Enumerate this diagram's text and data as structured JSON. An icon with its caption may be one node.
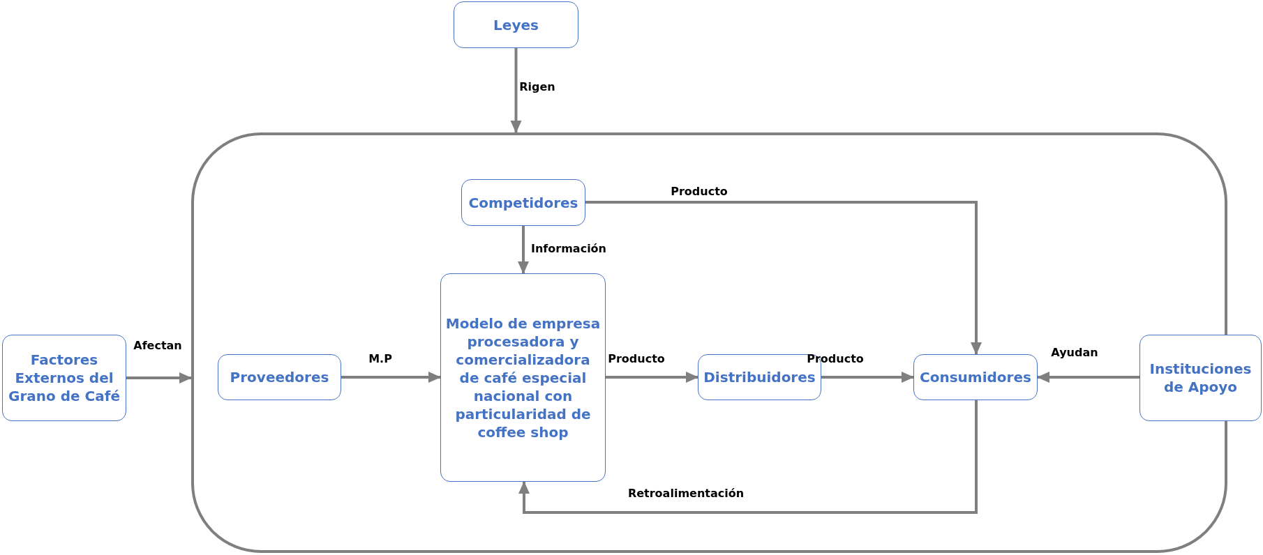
{
  "diagram": {
    "nodes": [
      {
        "text": [
          "Leyes"
        ]
      },
      {
        "text": [],
        "shape": "box"
      },
      {
        "text": [
          "Competidores"
        ],
        "in": 1
      },
      {
        "text": [
          "Proveedores"
        ],
        "in": 1
      },
      {
        "text": [
          "Modelo de empresa procesadora y comercializadora de café especial nacional con particularidad de coffee shop"
        ],
        "in": 1
      },
      {
        "text": [
          "Distribuidores"
        ],
        "in": 1
      },
      {
        "text": [
          "Consumidores"
        ],
        "in": 1
      },
      {
        "text": [
          "Factores Externos del Grano de Café"
        ]
      },
      {
        "text": [
          "Instituciones de Apoyo"
        ]
      }
    ],
    "edges": [
      {
        "from": 0,
        "to": 1,
        "arrow": "to",
        "label": "Rigen"
      },
      {
        "from": 7,
        "to": 1,
        "arrow": "to",
        "label": "Afectan"
      },
      {
        "from": 8,
        "to": 6,
        "arrow": "to",
        "label": "Ayudan"
      },
      {
        "from": 2,
        "to": 4,
        "arrow": "to",
        "label": "Información"
      },
      {
        "from": 2,
        "to": 6,
        "arrow": "to",
        "label": "Producto"
      },
      {
        "from": 3,
        "to": 4,
        "arrow": "to",
        "label": "M.P"
      },
      {
        "from": 4,
        "to": 5,
        "arrow": "to",
        "label": "Producto"
      },
      {
        "from": 5,
        "to": 6,
        "arrow": "to",
        "label": "Producto"
      },
      {
        "from": 6,
        "to": 4,
        "arrow": "to",
        "label": "Retroalimentación"
      }
    ]
  }
}
